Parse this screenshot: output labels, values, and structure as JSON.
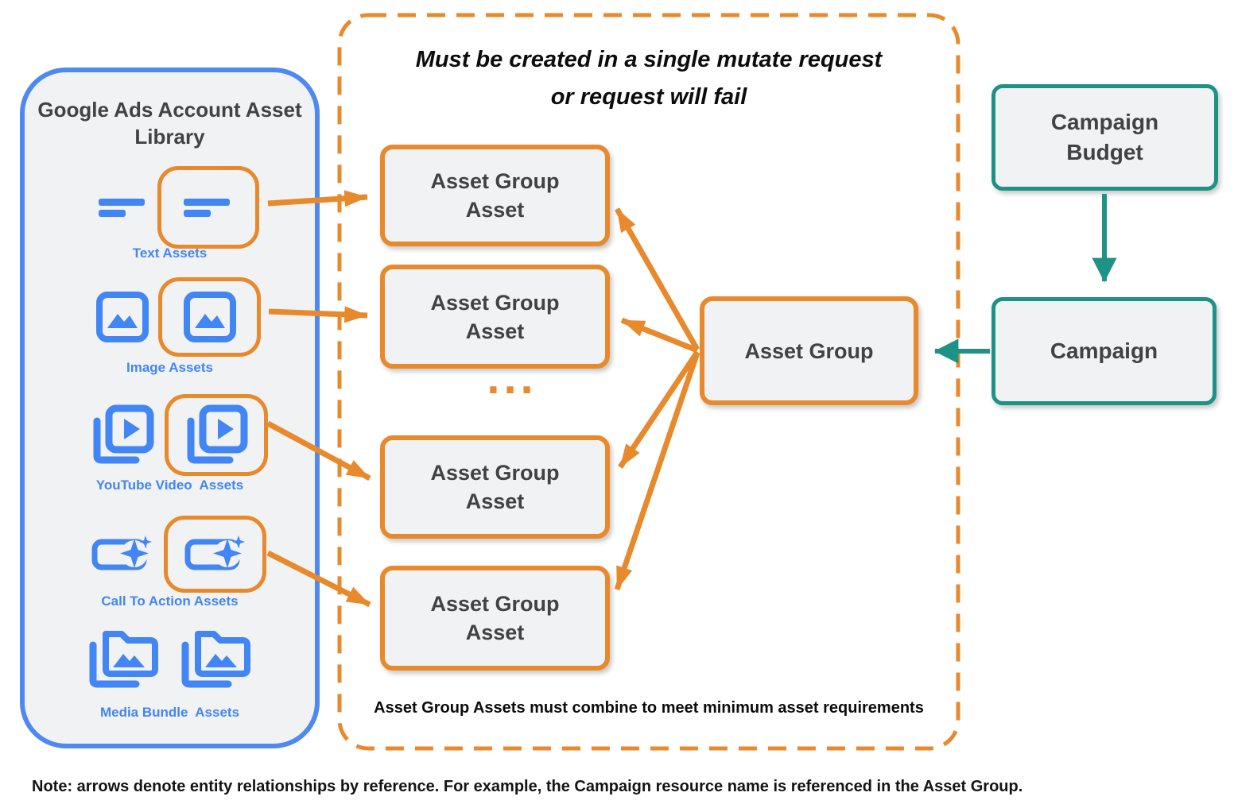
{
  "colors": {
    "blue": "#4285F4",
    "blue_border": "#4E89F2",
    "orange": "#E8892C",
    "teal": "#1E9286",
    "box_fill": "#F1F2F4",
    "text_dark": "#3F4346"
  },
  "library": {
    "title": "Google Ads Account Asset Library",
    "items": [
      {
        "label": "Text Assets",
        "icon": "text-lines-icon"
      },
      {
        "label": "Image Assets",
        "icon": "image-icon"
      },
      {
        "label": "YouTube Video  Assets",
        "icon": "video-stack-icon"
      },
      {
        "label": "Call To Action Assets",
        "icon": "cta-sparkle-icon"
      },
      {
        "label": "Media Bundle  Assets",
        "icon": "media-bundle-folder-icon"
      }
    ]
  },
  "mutate_group": {
    "title_line1": "Must be created in a single mutate request",
    "title_line2": "or request will fail",
    "asset_group_assets": [
      "Asset Group Asset",
      "Asset Group Asset",
      "Asset Group Asset",
      "Asset Group Asset"
    ],
    "ellipsis": "...",
    "asset_group_label": "Asset Group",
    "footnote": "Asset Group Assets must combine to meet minimum asset requirements"
  },
  "campaign_budget_label": "Campaign Budget",
  "campaign_label": "Campaign",
  "note": "Note: arrows denote entity relationships by reference. For example, the Campaign resource name is referenced in the Asset Group."
}
